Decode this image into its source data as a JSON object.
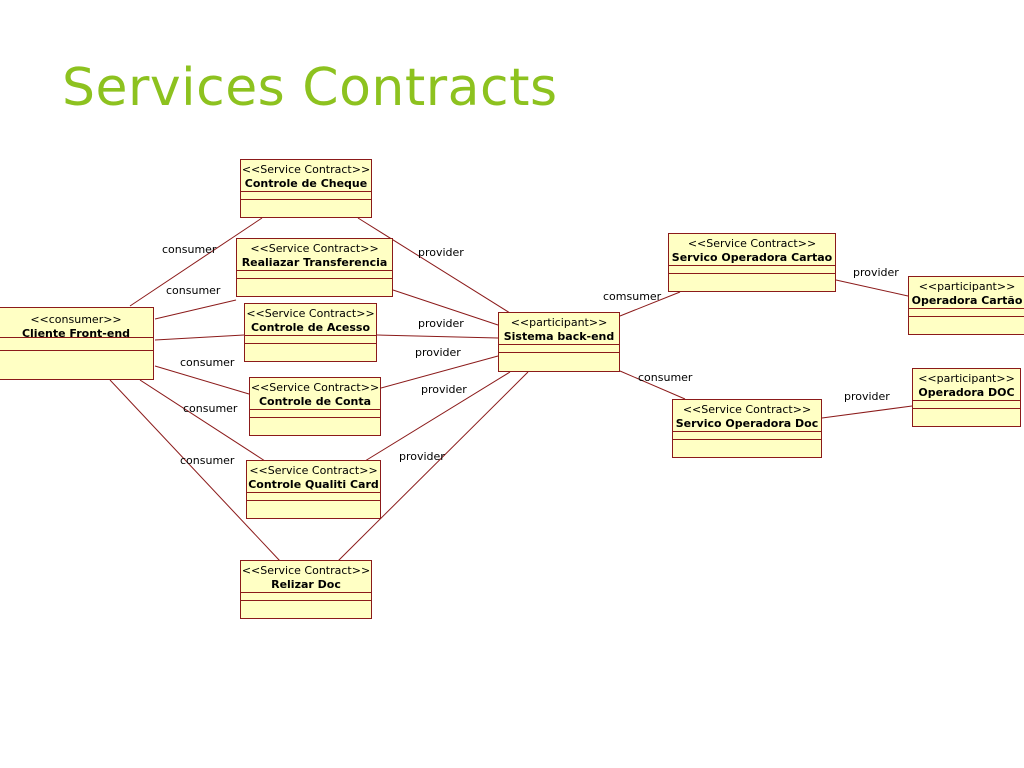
{
  "title": "Services Contracts",
  "nodes": {
    "cheque": {
      "stereotype": "<<Service Contract>>",
      "name": "Controle de Cheque"
    },
    "transferencia": {
      "stereotype": "<<Service Contract>>",
      "name": "Realiazar Transferencia"
    },
    "acesso": {
      "stereotype": "<<Service Contract>>",
      "name": "Controle de Acesso"
    },
    "conta": {
      "stereotype": "<<Service Contract>>",
      "name": "Controle de Conta"
    },
    "qualiti": {
      "stereotype": "<<Service Contract>>",
      "name": "Controle Qualiti Card"
    },
    "doc": {
      "stereotype": "<<Service Contract>>",
      "name": "Relizar Doc"
    },
    "cliente": {
      "stereotype": "<<consumer>>",
      "name": "Cliente Front-end"
    },
    "sistema": {
      "stereotype": "<<participant>>",
      "name": "Sistema back-end"
    },
    "cartao": {
      "stereotype": "<<Service Contract>>",
      "name": "Servico Operadora Cartao"
    },
    "opcartao": {
      "stereotype": "<<participant>>",
      "name": "Operadora Cartão"
    },
    "servdoc": {
      "stereotype": "<<Service Contract>>",
      "name": "Servico Operadora Doc"
    },
    "opdoc": {
      "stereotype": "<<participant>>",
      "name": "Operadora DOC"
    }
  },
  "labels": {
    "consumer": "consumer",
    "provider": "provider",
    "comsumer": "comsumer"
  },
  "colors": {
    "title": "#8dc21f",
    "box_fill": "#ffffc4",
    "box_border": "#8b1a1a",
    "line": "#8b1a1a"
  }
}
